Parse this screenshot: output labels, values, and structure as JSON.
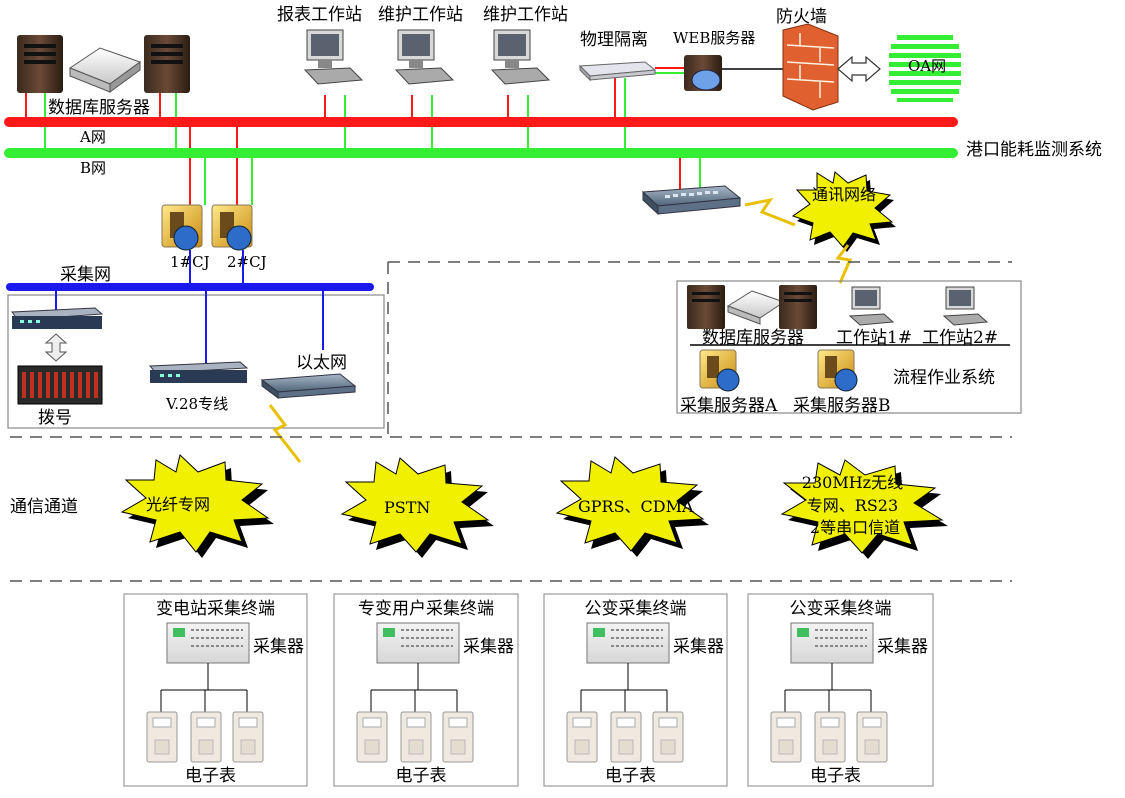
{
  "colors": {
    "net_a": "#ff1a1a",
    "net_b": "#33ee33",
    "acq_net": "#1a1aee",
    "burst": "#f0f000",
    "firewall": "#e06030"
  },
  "top": {
    "db_server": "数据库服务器",
    "report_ws": "报表工作站",
    "maint_ws_1": "维护工作站",
    "maint_ws_2": "维护工作站",
    "phys_isolation": "物理隔离",
    "web_server": "WEB服务器",
    "firewall": "防火墙",
    "oa_net": "OA网",
    "net_a": "A网",
    "net_b": "B网",
    "system_name": "港口能耗监测系统",
    "comm_net": "通讯网络"
  },
  "acquisition": {
    "cj1": "1#CJ",
    "cj2": "2#CJ",
    "net": "采集网",
    "dialup": "拨号",
    "v28": "V.28专线",
    "ethernet": "以太网"
  },
  "flow": {
    "db_server": "数据库服务器",
    "ws1": "工作站1#",
    "ws2": "工作站2#",
    "acq_a": "采集服务器A",
    "acq_b": "采集服务器B",
    "system_name": "流程作业系统"
  },
  "channels": {
    "label": "通信通道",
    "items": [
      "光纤专网",
      "PSTN",
      "GPRS、CDMA",
      "230MHz无线专网、RS232等串口信道"
    ]
  },
  "terminals": [
    {
      "title": "变电站采集终端",
      "collector": "采集器",
      "meter": "电子表"
    },
    {
      "title": "专变用户采集终端",
      "collector": "采集器",
      "meter": "电子表"
    },
    {
      "title": "公变采集终端",
      "collector": "采集器",
      "meter": "电子表"
    },
    {
      "title": "公变采集终端",
      "collector": "采集器",
      "meter": "电子表"
    }
  ]
}
